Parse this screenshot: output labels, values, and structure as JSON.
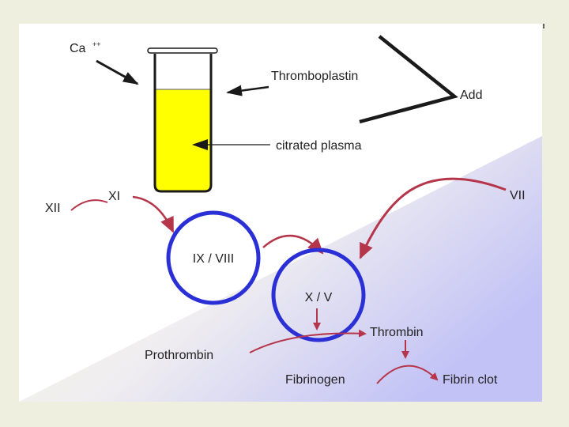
{
  "labels": {
    "calcium": "Ca",
    "calcium_charge": "++",
    "thromboplastin": "Thromboplastin",
    "add": "Add",
    "citrated_plasma": "citrated plasma",
    "factor_xii": "XII",
    "factor_xi": "XI",
    "factor_vii": "VII",
    "complex_ix_viii": "IX / VIII",
    "complex_x_v": "X / V",
    "thrombin": "Thrombin",
    "prothrombin": "Prothrombin",
    "fibrinogen": "Fibrinogen",
    "fibrin_clot": "Fibrin clot"
  },
  "colors": {
    "page_background": "#efefdf",
    "panel_background": "#ffffff",
    "pathway_arrow": "#b5354a",
    "complex_circle": "#2b2fd6",
    "plasma_fill": "#ffff00",
    "line_dark": "#1a1a1a"
  },
  "icons": [
    "test-tube-icon",
    "arrow-icon"
  ]
}
